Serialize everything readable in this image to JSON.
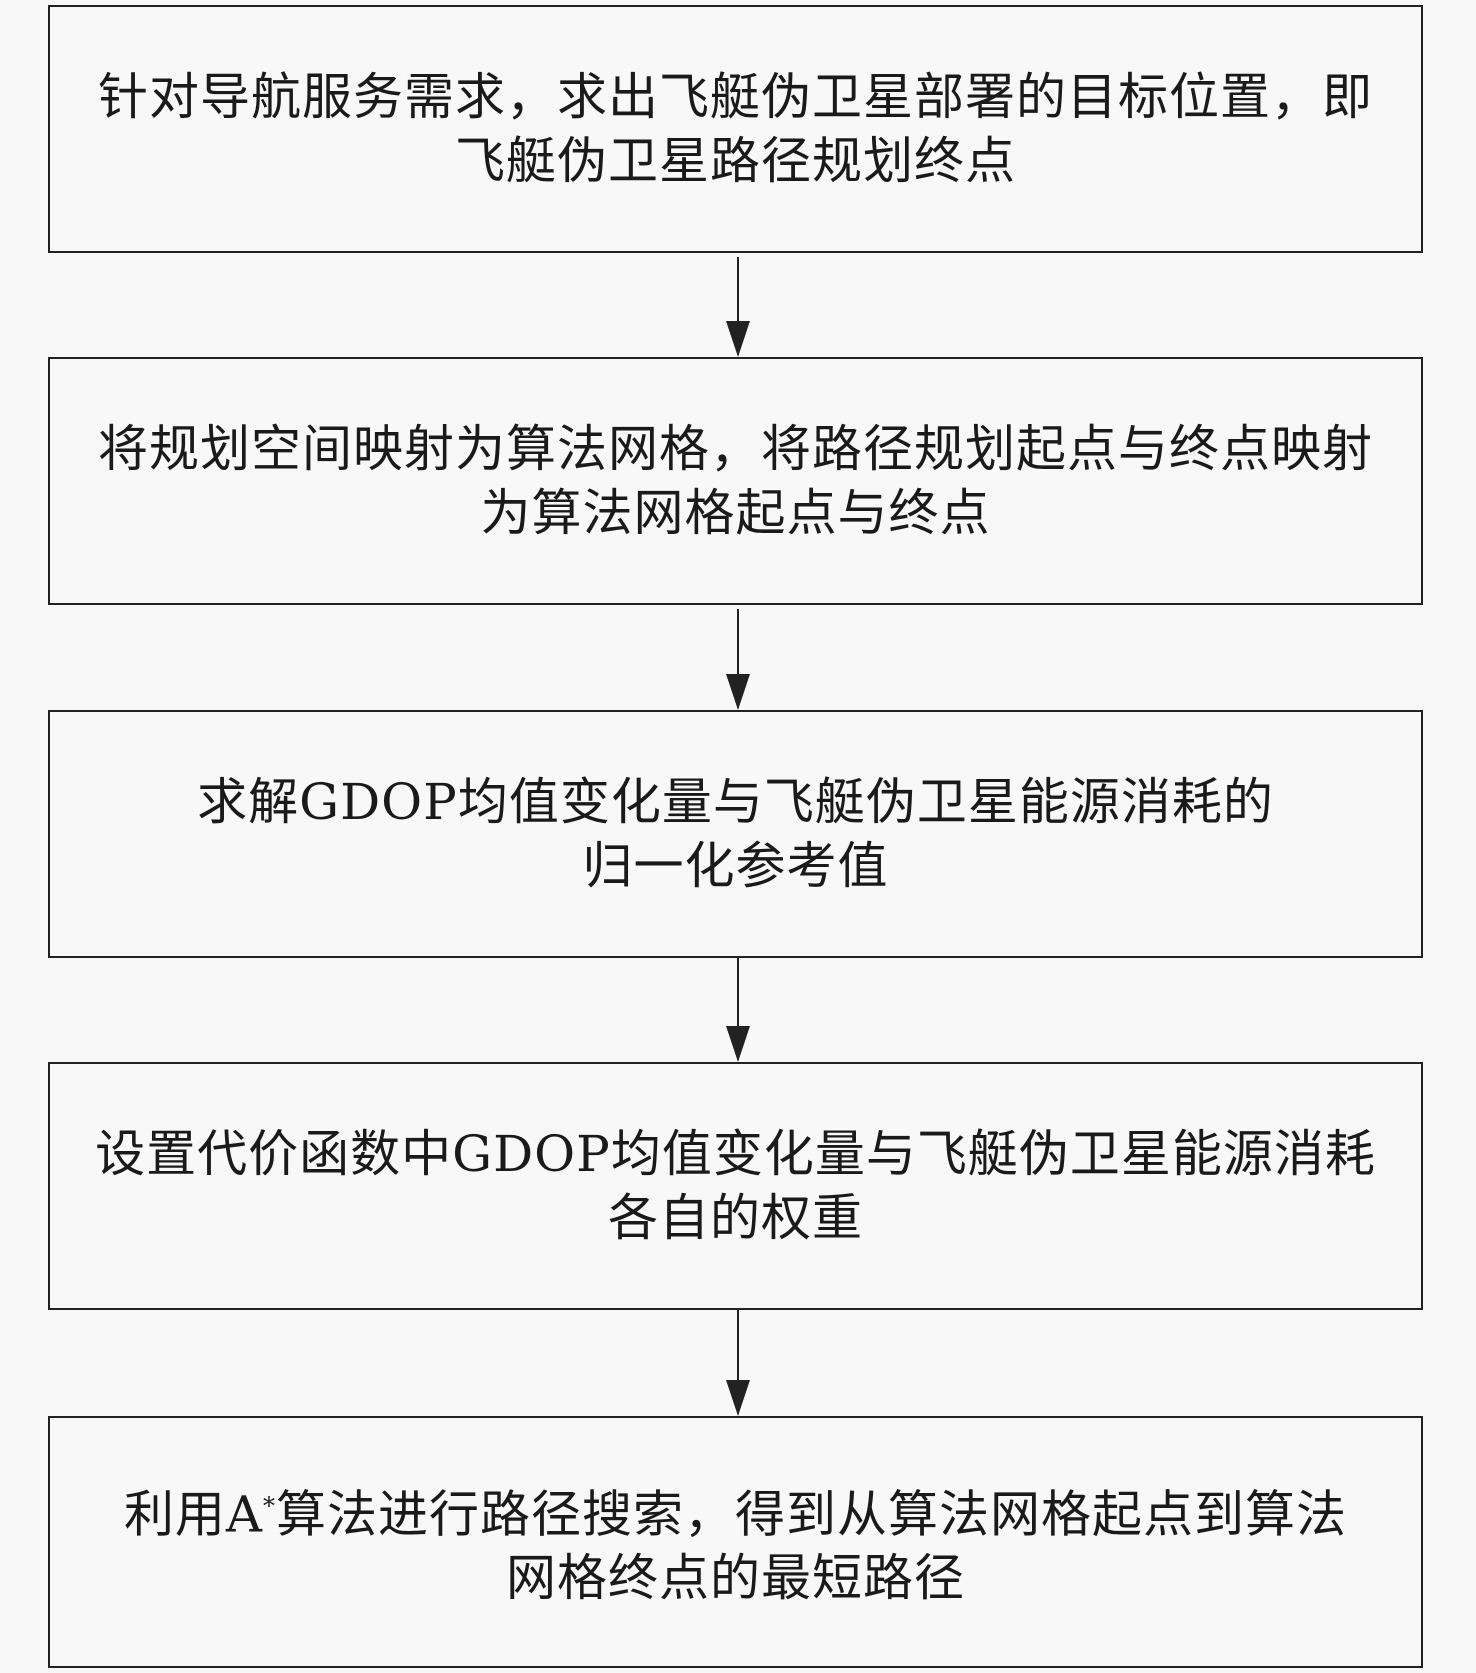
{
  "steps": [
    {
      "lines": [
        "针对导航服务需求，求出飞艇伪卫星部署的目标位置，即",
        "飞艇伪卫星路径规划终点"
      ]
    },
    {
      "lines": [
        "将规划空间映射为算法网格，将路径规划起点与终点映射",
        "为算法网格起点与终点"
      ]
    },
    {
      "lines": [
        "求解GDOP均值变化量与飞艇伪卫星能源消耗的",
        "归一化参考值"
      ]
    },
    {
      "lines": [
        "设置代价函数中GDOP均值变化量与飞艇伪卫星能源消耗",
        "各自的权重"
      ]
    },
    {
      "line1_pre": "利用A",
      "line1_sup": "*",
      "line1_post": "算法进行路径搜索，得到从算法网格起点到算法",
      "line2": "网格终点的最短路径"
    }
  ]
}
